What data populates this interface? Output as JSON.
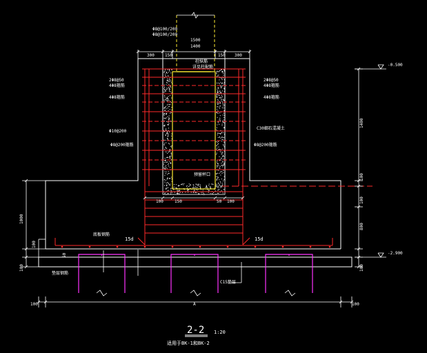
{
  "colors": {
    "background": "#000000",
    "outline": "#ffffff",
    "rebar": "#ff2a2a",
    "hatch": "#ffffff",
    "pile": "#ff33ff",
    "column": "#ffee33",
    "dim": "#ffffff"
  },
  "drawing": {
    "title": "2-2",
    "scale": "1:20",
    "note": "适用于BK-1和BK-2"
  },
  "dimensions": {
    "top_left_300": "300",
    "top_left_150": "150",
    "top_center_1": "1500",
    "top_center_2": "1400",
    "top_right_150": "150",
    "top_right_300": "300",
    "right_1400": "1400",
    "right_100a": "100",
    "right_100b": "100",
    "right_800": "800",
    "right_100c": "100",
    "left_1000": "1000",
    "left_100": "100",
    "left_50": "50",
    "left_100b": "100",
    "bottom_left_100": "100",
    "bottom_A": "A",
    "bottom_right_100": "100",
    "mid_100_left": "100",
    "mid_150_left": "150",
    "mid_50_right": "50",
    "mid_100_right": "100",
    "lap_15d_left": "15d",
    "lap_15d_right": "15d"
  },
  "elevations": {
    "top": "-0.500",
    "bottom": "-2.900"
  },
  "labels": {
    "top_a": "Φ8@100/200",
    "top_b": "Φ8@100/200",
    "top_c": "柱纵筋",
    "top_d": "详见柱配筋",
    "left_a": "2Φ8@50",
    "left_b": "4Φ8箍筋",
    "left_c": "4Φ8箍筋",
    "left_d": "Φ10@200",
    "left_e": "Φ8@200箍筋",
    "right_a": "2Φ8@50",
    "right_b": "4Φ8箍筋",
    "right_c": "4Φ8箍筋",
    "right_d": "C30细石混凝土",
    "right_e": "Φ8@200箍筋",
    "center_slot": "预留杯口",
    "bottom_left_a": "底板钢筋",
    "bottom_left_b": "垫层钢筋",
    "pile_label": "C15垫层"
  }
}
